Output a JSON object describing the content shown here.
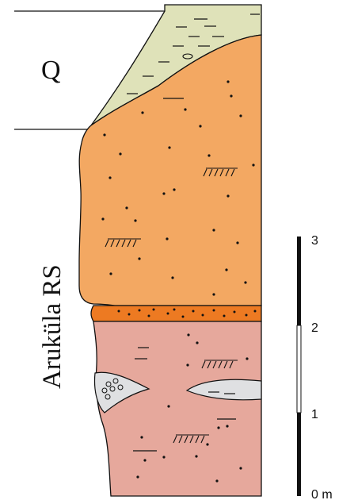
{
  "units": {
    "quaternary": "Q",
    "formation": "Aruküla RS"
  },
  "scale_bar": {
    "ticks": [
      "3",
      "2",
      "1",
      "0 m"
    ]
  },
  "colors": {
    "quaternary_clay": "#dfe2b9",
    "orange_sandstone": "#f3a862",
    "gravel_bed": "#ed7a22",
    "pink_sandstone": "#e6a89c",
    "clay_lens": "#dfe0e2",
    "outline": "#111111"
  }
}
